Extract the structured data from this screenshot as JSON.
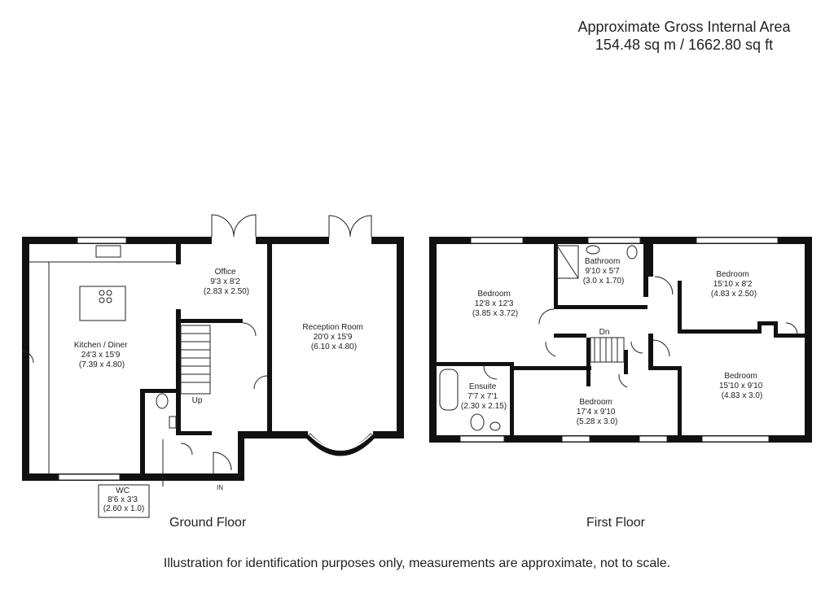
{
  "header": {
    "title": "Approximate Gross Internal Area",
    "area": "154.48 sq m / 1662.80 sq ft"
  },
  "ground_floor": {
    "caption": "Ground Floor",
    "rooms": [
      {
        "name": "Kitchen / Diner",
        "imperial": "24'3 x 15'9",
        "metric": "(7.39 x 4.80)"
      },
      {
        "name": "Office",
        "imperial": "9'3 x 8'2",
        "metric": "(2.83 x 2.50)"
      },
      {
        "name": "Reception Room",
        "imperial": "20'0 x 15'9",
        "metric": "(6.10 x 4.80)"
      },
      {
        "name": "WC",
        "imperial": "8'6 x 3'3",
        "metric": "(2.60 x 1.0)"
      }
    ],
    "stairs_label": "Up",
    "entrance_label": "IN"
  },
  "first_floor": {
    "caption": "First Floor",
    "rooms": [
      {
        "name": "Bedroom",
        "imperial": "12'8 x 12'3",
        "metric": "(3.85 x 3.72)"
      },
      {
        "name": "Bathroom",
        "imperial": "9'10 x 5'7",
        "metric": "(3.0 x 1.70)"
      },
      {
        "name": "Bedroom",
        "imperial": "15'10 x 8'2",
        "metric": "(4.83 x 2.50)"
      },
      {
        "name": "Ensuite",
        "imperial": "7'7 x 7'1",
        "metric": "(2.30 x 2.15)"
      },
      {
        "name": "Bedroom",
        "imperial": "17'4 x 9'10",
        "metric": "(5.28 x 3.0)"
      },
      {
        "name": "Bedroom",
        "imperial": "15'10 x 9'10",
        "metric": "(4.83 x 3.0)"
      }
    ],
    "stairs_label": "Dn"
  },
  "disclaimer": "Illustration for identification purposes only, measurements are approximate, not to scale."
}
